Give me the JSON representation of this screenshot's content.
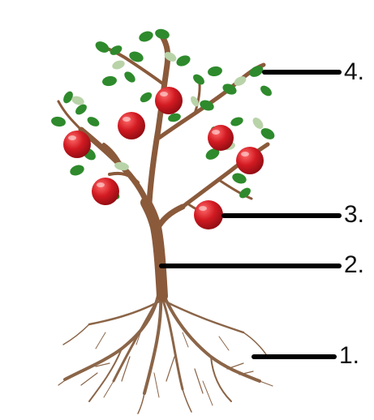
{
  "diagram": {
    "labels": [
      {
        "id": "1",
        "text": "1."
      },
      {
        "id": "2",
        "text": "2."
      },
      {
        "id": "3",
        "text": "3."
      },
      {
        "id": "4",
        "text": "4."
      }
    ],
    "colors": {
      "trunk": "#8a5a3b",
      "root": "#8b6548",
      "leaf_dark": "#2e8a2c",
      "leaf_light": "#b9d3a9",
      "apple": "#c8141c",
      "leader_line": "#000000"
    }
  }
}
